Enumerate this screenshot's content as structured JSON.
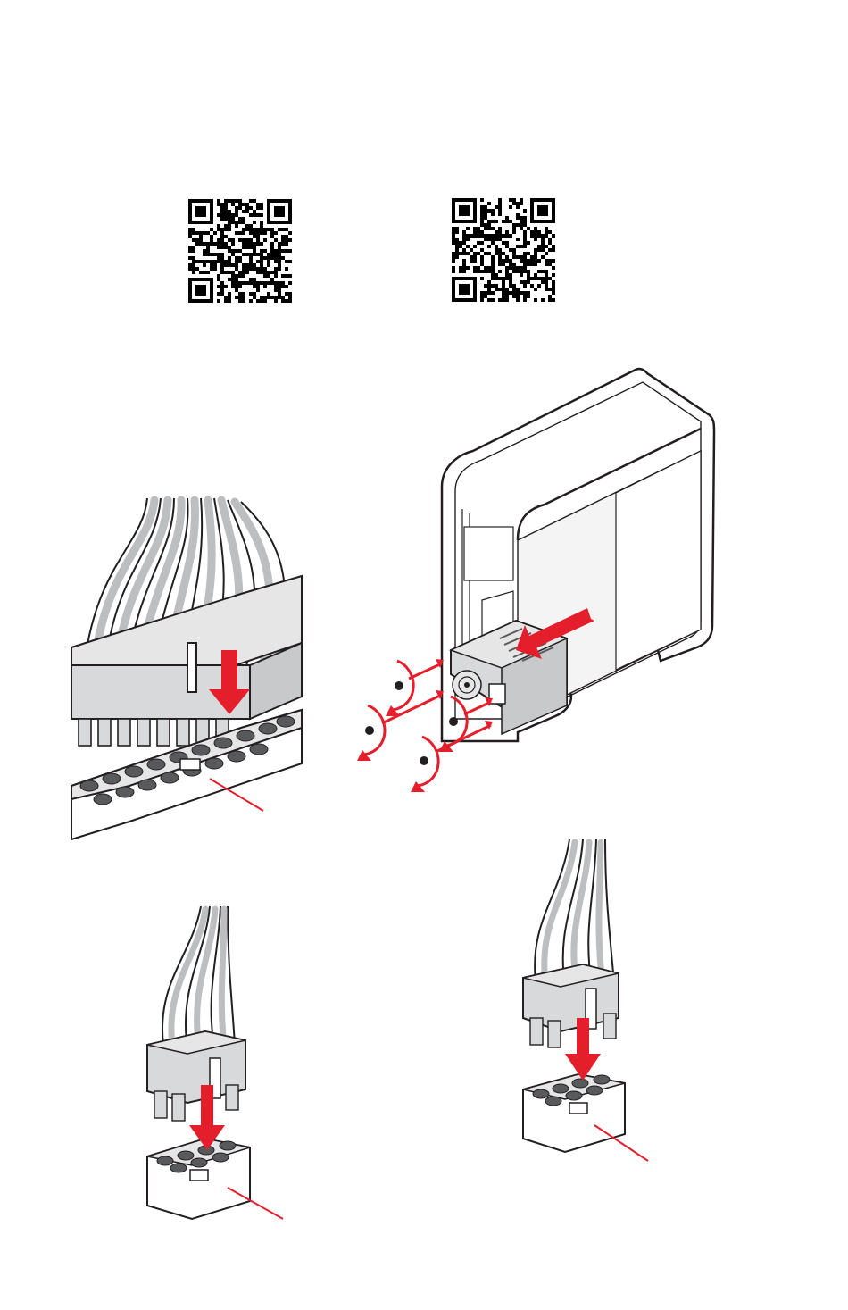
{
  "colors": {
    "accent": "#e41e2b",
    "line": "#231f20",
    "connector_fill": "#e6e6e6",
    "body_fill": "#ffffff",
    "pin": "#58595b",
    "cable": "#bcbec0"
  },
  "icons": {
    "qr_left": "qr-code-icon",
    "qr_right": "qr-code-icon",
    "install_arrow": "red-down-arrow-icon",
    "rotate_arrow": "red-rotate-arrow-icon"
  },
  "qr_codes": [
    {
      "id": "left",
      "seed": 7
    },
    {
      "id": "right",
      "seed": 23
    }
  ]
}
